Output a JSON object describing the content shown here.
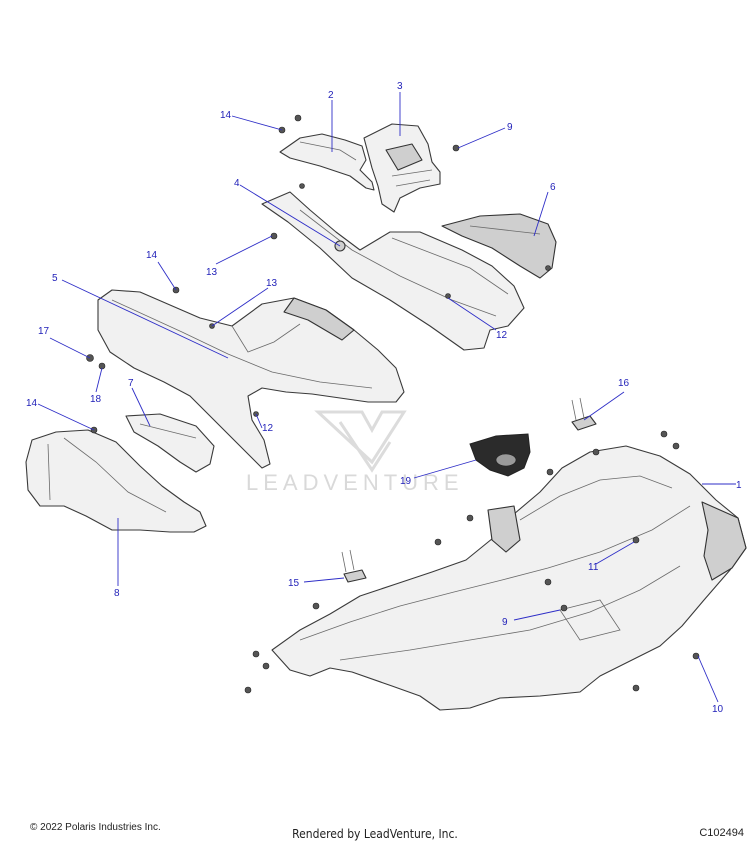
{
  "watermark": {
    "text": "LEADVENTURE"
  },
  "footer": {
    "copyright": "© 2022 Polaris Industries Inc.",
    "rendered_by": "Rendered by LeadVenture, Inc.",
    "diagram_id": "C102494"
  },
  "callouts": [
    {
      "label": "1"
    },
    {
      "label": "2"
    },
    {
      "label": "3"
    },
    {
      "label": "4"
    },
    {
      "label": "5"
    },
    {
      "label": "6"
    },
    {
      "label": "7"
    },
    {
      "label": "8"
    },
    {
      "label": "9"
    },
    {
      "label": "9"
    },
    {
      "label": "10"
    },
    {
      "label": "11"
    },
    {
      "label": "12"
    },
    {
      "label": "12"
    },
    {
      "label": "13"
    },
    {
      "label": "13"
    },
    {
      "label": "14"
    },
    {
      "label": "14"
    },
    {
      "label": "14"
    },
    {
      "label": "15"
    },
    {
      "label": "16"
    },
    {
      "label": "17"
    },
    {
      "label": "18"
    },
    {
      "label": "19"
    }
  ]
}
